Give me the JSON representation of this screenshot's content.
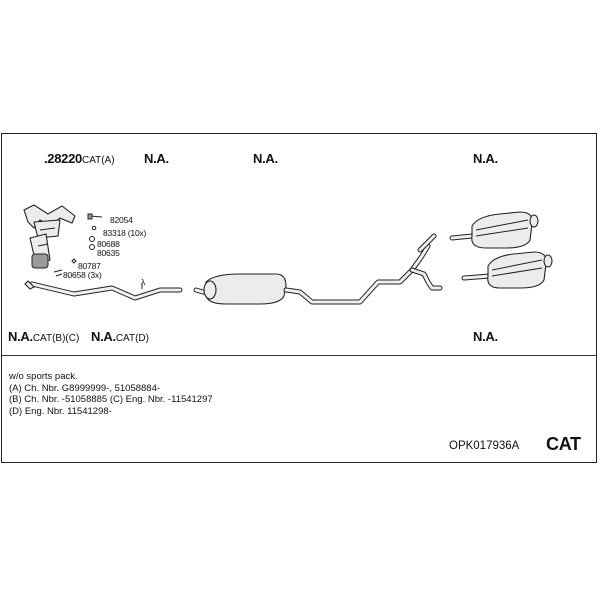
{
  "header": {
    "part_number": ".28220",
    "part_suffix": "CAT(A)",
    "na_1": "N.A.",
    "na_2": "N.A.",
    "na_3": "N.A."
  },
  "parts": {
    "p82054": "82054",
    "p83318": "83318 (10x)",
    "p80688": "80688",
    "p80635": "80635",
    "p80787": "80787",
    "p80658": "80658 (3x)",
    "lambda": "λ"
  },
  "lower_row": {
    "na_cat_b_c_bold": "N.A.",
    "na_cat_b_c_suffix": "CAT(B)(C)",
    "na_cat_d_bold": "N.A.",
    "na_cat_d_suffix": "CAT(D)",
    "na_right": "N.A."
  },
  "notes": [
    "w/o sports pack.",
    "(A) Ch. Nbr. G8999999-, 51058884-",
    "(B) Ch. Nbr. -51058885 (C) Eng. Nbr. -11541297",
    "(D) Eng. Nbr. 11541298-"
  ],
  "footer": {
    "kit_code": "OPK017936A",
    "kit_type": "CAT"
  }
}
